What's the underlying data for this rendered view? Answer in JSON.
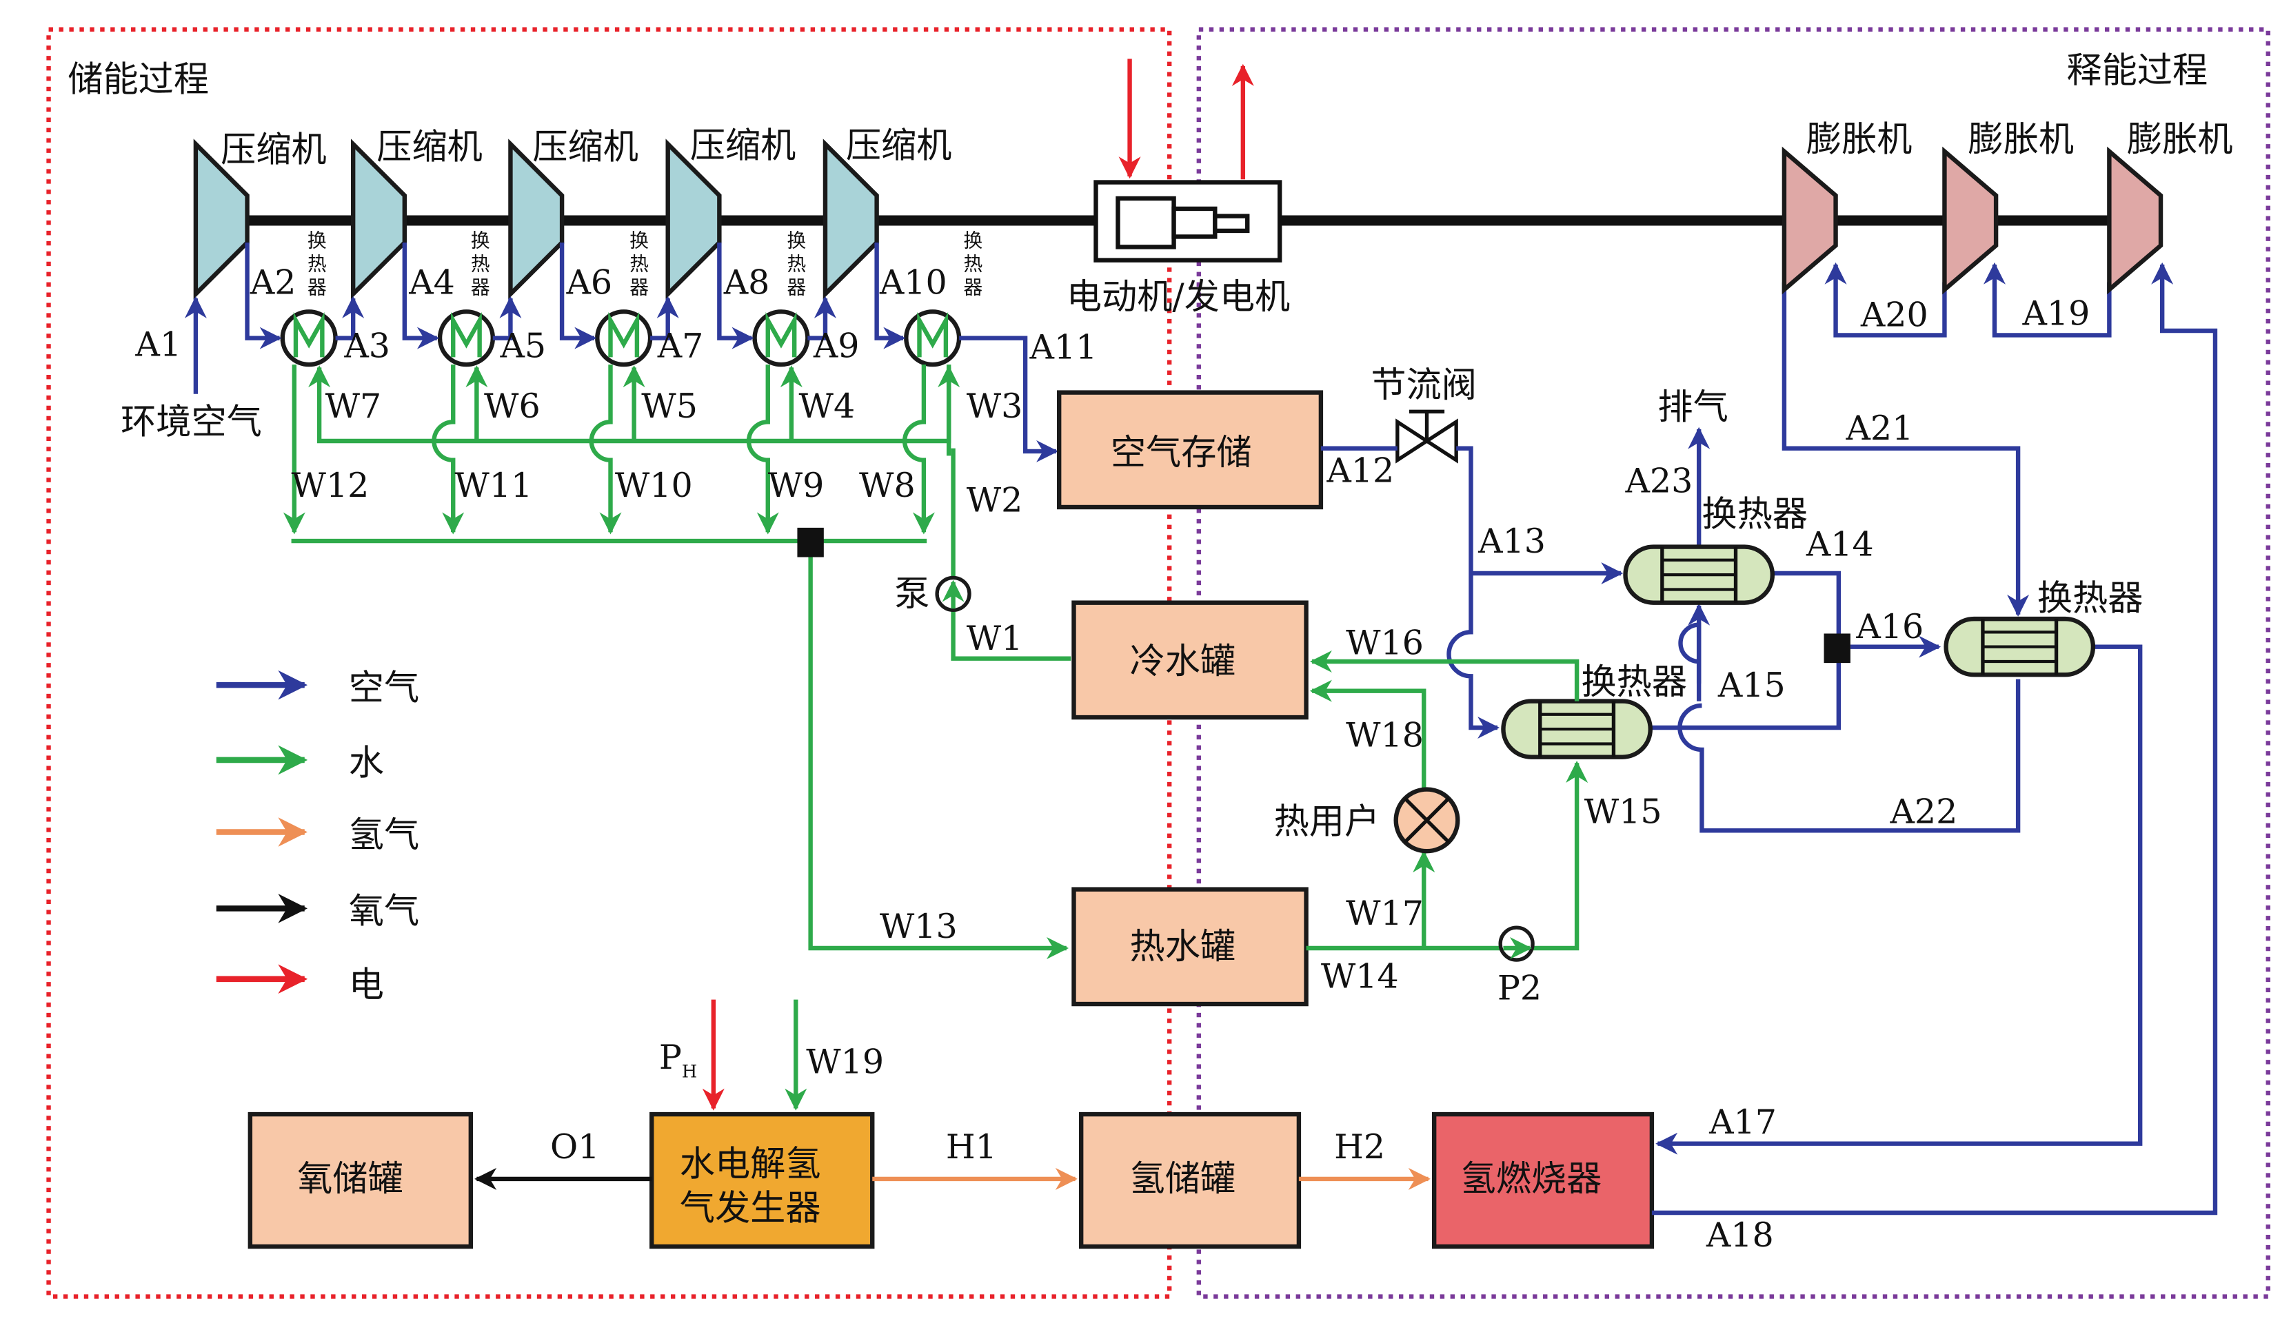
{
  "regions": {
    "storage": "储能过程",
    "release": "释能过程"
  },
  "components": {
    "compressors": [
      "压缩机",
      "压缩机",
      "压缩机",
      "压缩机",
      "压缩机"
    ],
    "expanders": [
      "膨胀机",
      "膨胀机",
      "膨胀机"
    ],
    "hx_small": "换热器",
    "motor_generator": "电动机/发电机",
    "air_storage": "空气存储",
    "throttle_valve": "节流阀",
    "exhaust": "排气",
    "hx": [
      "换热器",
      "换热器",
      "换热器"
    ],
    "pump": "泵",
    "cold_tank": "冷水罐",
    "hot_tank": "热水罐",
    "heat_user": "热用户",
    "ambient_air": "环境空气",
    "oxygen_tank": "氧储罐",
    "electrolyzer_line1": "水电解氢",
    "electrolyzer_line2": "气发生器",
    "hydrogen_tank": "氢储罐",
    "burner": "氢燃烧器",
    "pump2": "P2",
    "power_in": "P",
    "power_in_sub": "H"
  },
  "streams": {
    "air": [
      "A1",
      "A2",
      "A3",
      "A4",
      "A5",
      "A6",
      "A7",
      "A8",
      "A9",
      "A10",
      "A11",
      "A12",
      "A13",
      "A14",
      "A15",
      "A16",
      "A17",
      "A18",
      "A19",
      "A20",
      "A21",
      "A22",
      "A23"
    ],
    "water": [
      "W1",
      "W2",
      "W3",
      "W4",
      "W5",
      "W6",
      "W7",
      "W8",
      "W9",
      "W10",
      "W11",
      "W12",
      "W13",
      "W14",
      "W15",
      "W16",
      "W17",
      "W18",
      "W19"
    ],
    "hydrogen": [
      "H1",
      "H2"
    ],
    "oxygen": [
      "O1"
    ]
  },
  "legend": [
    {
      "label": "空气",
      "color": "#2e3a9c"
    },
    {
      "label": "水",
      "color": "#2eaa4a"
    },
    {
      "label": "氢气",
      "color": "#ee8f55"
    },
    {
      "label": "氧气",
      "color": "#111111"
    },
    {
      "label": "电",
      "color": "#e8222a"
    }
  ],
  "colors": {
    "compressor": "#a9d3d8",
    "expander": "#dfa8a6",
    "tank": "#f8c8a8",
    "electrolyzer": "#f0a830",
    "burner": "#ea6469",
    "heat_exchanger": "#d5e6bd",
    "storage_border": "#e8222a",
    "release_border": "#7a3a9a"
  }
}
